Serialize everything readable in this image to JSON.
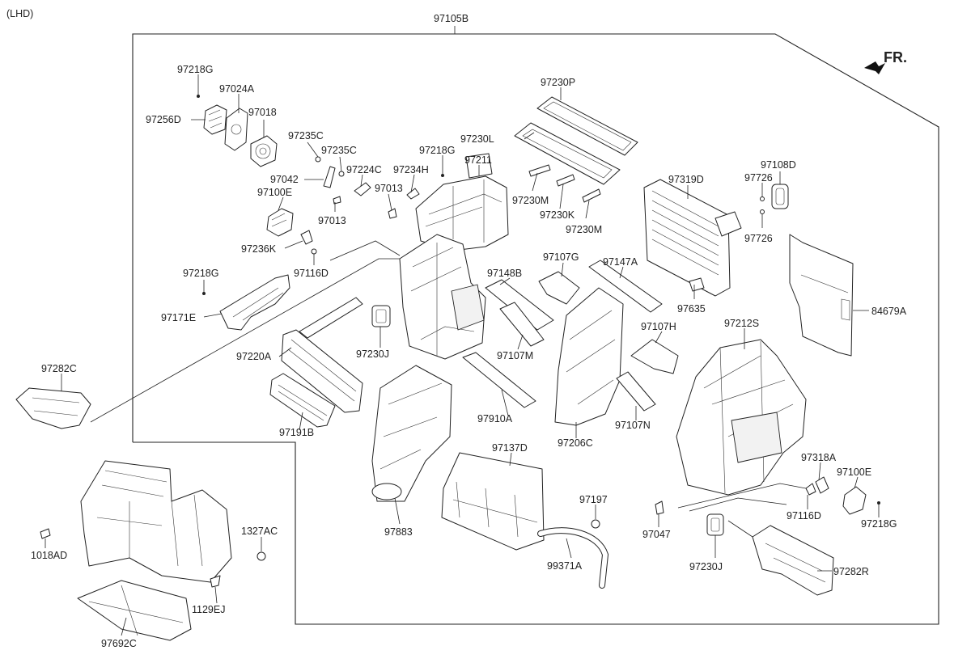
{
  "variant_label": "(LHD)",
  "assembly_label": "97105B",
  "direction_label": "FR.",
  "colors": {
    "line": "#222222",
    "background": "#ffffff",
    "fill": "#f2f2f2"
  },
  "icons": [
    "front-direction-arrow-icon"
  ],
  "callouts": [
    {
      "id": "c01",
      "text": "97218G"
    },
    {
      "id": "c02",
      "text": "97024A"
    },
    {
      "id": "c03",
      "text": "97018"
    },
    {
      "id": "c04",
      "text": "97256D"
    },
    {
      "id": "c05",
      "text": "97235C"
    },
    {
      "id": "c06",
      "text": "97235C"
    },
    {
      "id": "c07",
      "text": "97218G"
    },
    {
      "id": "c08",
      "text": "97211"
    },
    {
      "id": "c09",
      "text": "97042"
    },
    {
      "id": "c10",
      "text": "97224C"
    },
    {
      "id": "c11",
      "text": "97234H"
    },
    {
      "id": "c12",
      "text": "97100E"
    },
    {
      "id": "c13",
      "text": "97013"
    },
    {
      "id": "c14",
      "text": "97013"
    },
    {
      "id": "c15",
      "text": "97236K"
    },
    {
      "id": "c16",
      "text": "97116D"
    },
    {
      "id": "c17",
      "text": "97218G"
    },
    {
      "id": "c18",
      "text": "97171E"
    },
    {
      "id": "c19",
      "text": "97230P"
    },
    {
      "id": "c20",
      "text": "97230L"
    },
    {
      "id": "c21",
      "text": "97230M"
    },
    {
      "id": "c22",
      "text": "97230K"
    },
    {
      "id": "c23",
      "text": "97230M"
    },
    {
      "id": "c24",
      "text": "97108D"
    },
    {
      "id": "c25",
      "text": "97319D"
    },
    {
      "id": "c26",
      "text": "97726"
    },
    {
      "id": "c27",
      "text": "97726"
    },
    {
      "id": "c28",
      "text": "97107G"
    },
    {
      "id": "c29",
      "text": "97147A"
    },
    {
      "id": "c30",
      "text": "97148B"
    },
    {
      "id": "c31",
      "text": "97635"
    },
    {
      "id": "c32",
      "text": "84679A"
    },
    {
      "id": "c33",
      "text": "97282C"
    },
    {
      "id": "c34",
      "text": "97220A"
    },
    {
      "id": "c35",
      "text": "97230J"
    },
    {
      "id": "c36",
      "text": "97107M"
    },
    {
      "id": "c37",
      "text": "97107H"
    },
    {
      "id": "c38",
      "text": "97212S"
    },
    {
      "id": "c39",
      "text": "97191B"
    },
    {
      "id": "c40",
      "text": "97910A"
    },
    {
      "id": "c41",
      "text": "97206C"
    },
    {
      "id": "c42",
      "text": "97107N"
    },
    {
      "id": "c43",
      "text": "97137D"
    },
    {
      "id": "c44",
      "text": "97318A"
    },
    {
      "id": "c45",
      "text": "97100E"
    },
    {
      "id": "c46",
      "text": "97197"
    },
    {
      "id": "c47",
      "text": "97116D"
    },
    {
      "id": "c48",
      "text": "97218G"
    },
    {
      "id": "c49",
      "text": "97883"
    },
    {
      "id": "c50",
      "text": "97047"
    },
    {
      "id": "c51",
      "text": "97230J"
    },
    {
      "id": "c52",
      "text": "99371A"
    },
    {
      "id": "c53",
      "text": "97282R"
    },
    {
      "id": "c54",
      "text": "1327AC"
    },
    {
      "id": "c55",
      "text": "1018AD"
    },
    {
      "id": "c56",
      "text": "1129EJ"
    },
    {
      "id": "c57",
      "text": "97692C"
    }
  ]
}
